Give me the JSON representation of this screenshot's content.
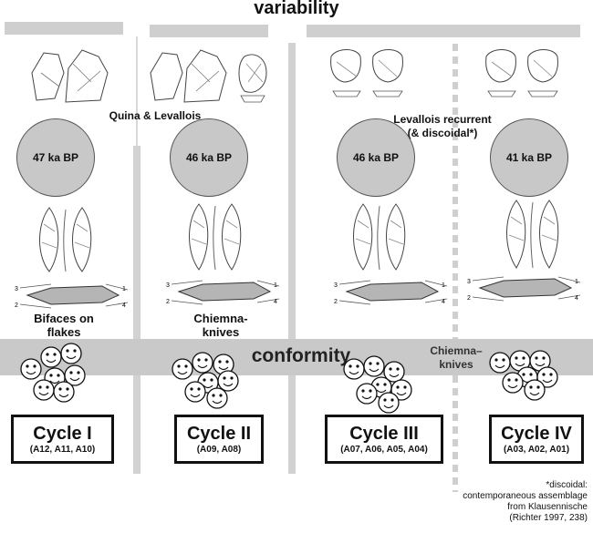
{
  "top_label": "variability",
  "middle_label": "conformity",
  "group_labels": {
    "quina_levallois": "Quina & Levallois",
    "levallois_recurrent_l1": "Levallois recurrent",
    "levallois_recurrent_l2": "(& discoidal*)"
  },
  "dates": [
    "47 ka BP",
    "46 ka BP",
    "46 ka BP",
    "41 ka BP"
  ],
  "tool_labels": {
    "bifaces_l1": "Bifaces on",
    "bifaces_l2": "flakes",
    "chiemna_knives_l1": "Chiemna-",
    "chiemna_knives_l2": "knives",
    "chiemna_knives_right_l1": "Chiemna–",
    "chiemna_knives_right_l2": "knives"
  },
  "cycles": [
    {
      "name": "Cycle I",
      "sub": "(A12, A11, A10)"
    },
    {
      "name": "Cycle II",
      "sub": "(A09, A08)"
    },
    {
      "name": "Cycle III",
      "sub": "(A07, A06, A05, A04)"
    },
    {
      "name": "Cycle IV",
      "sub": "(A03, A02, A01)"
    }
  ],
  "section_numbers": [
    "3",
    "2",
    "1",
    "4"
  ],
  "footnote": {
    "l1": "*discoidal:",
    "l2": "contemporaneous assemblage",
    "l3": "from Klausennische",
    "l4": "(Richter 1997, 238)"
  },
  "colors": {
    "bar": "#cfcfcf",
    "circle": "#c8c8c8",
    "face": "#ffffff",
    "outline": "#111111"
  }
}
